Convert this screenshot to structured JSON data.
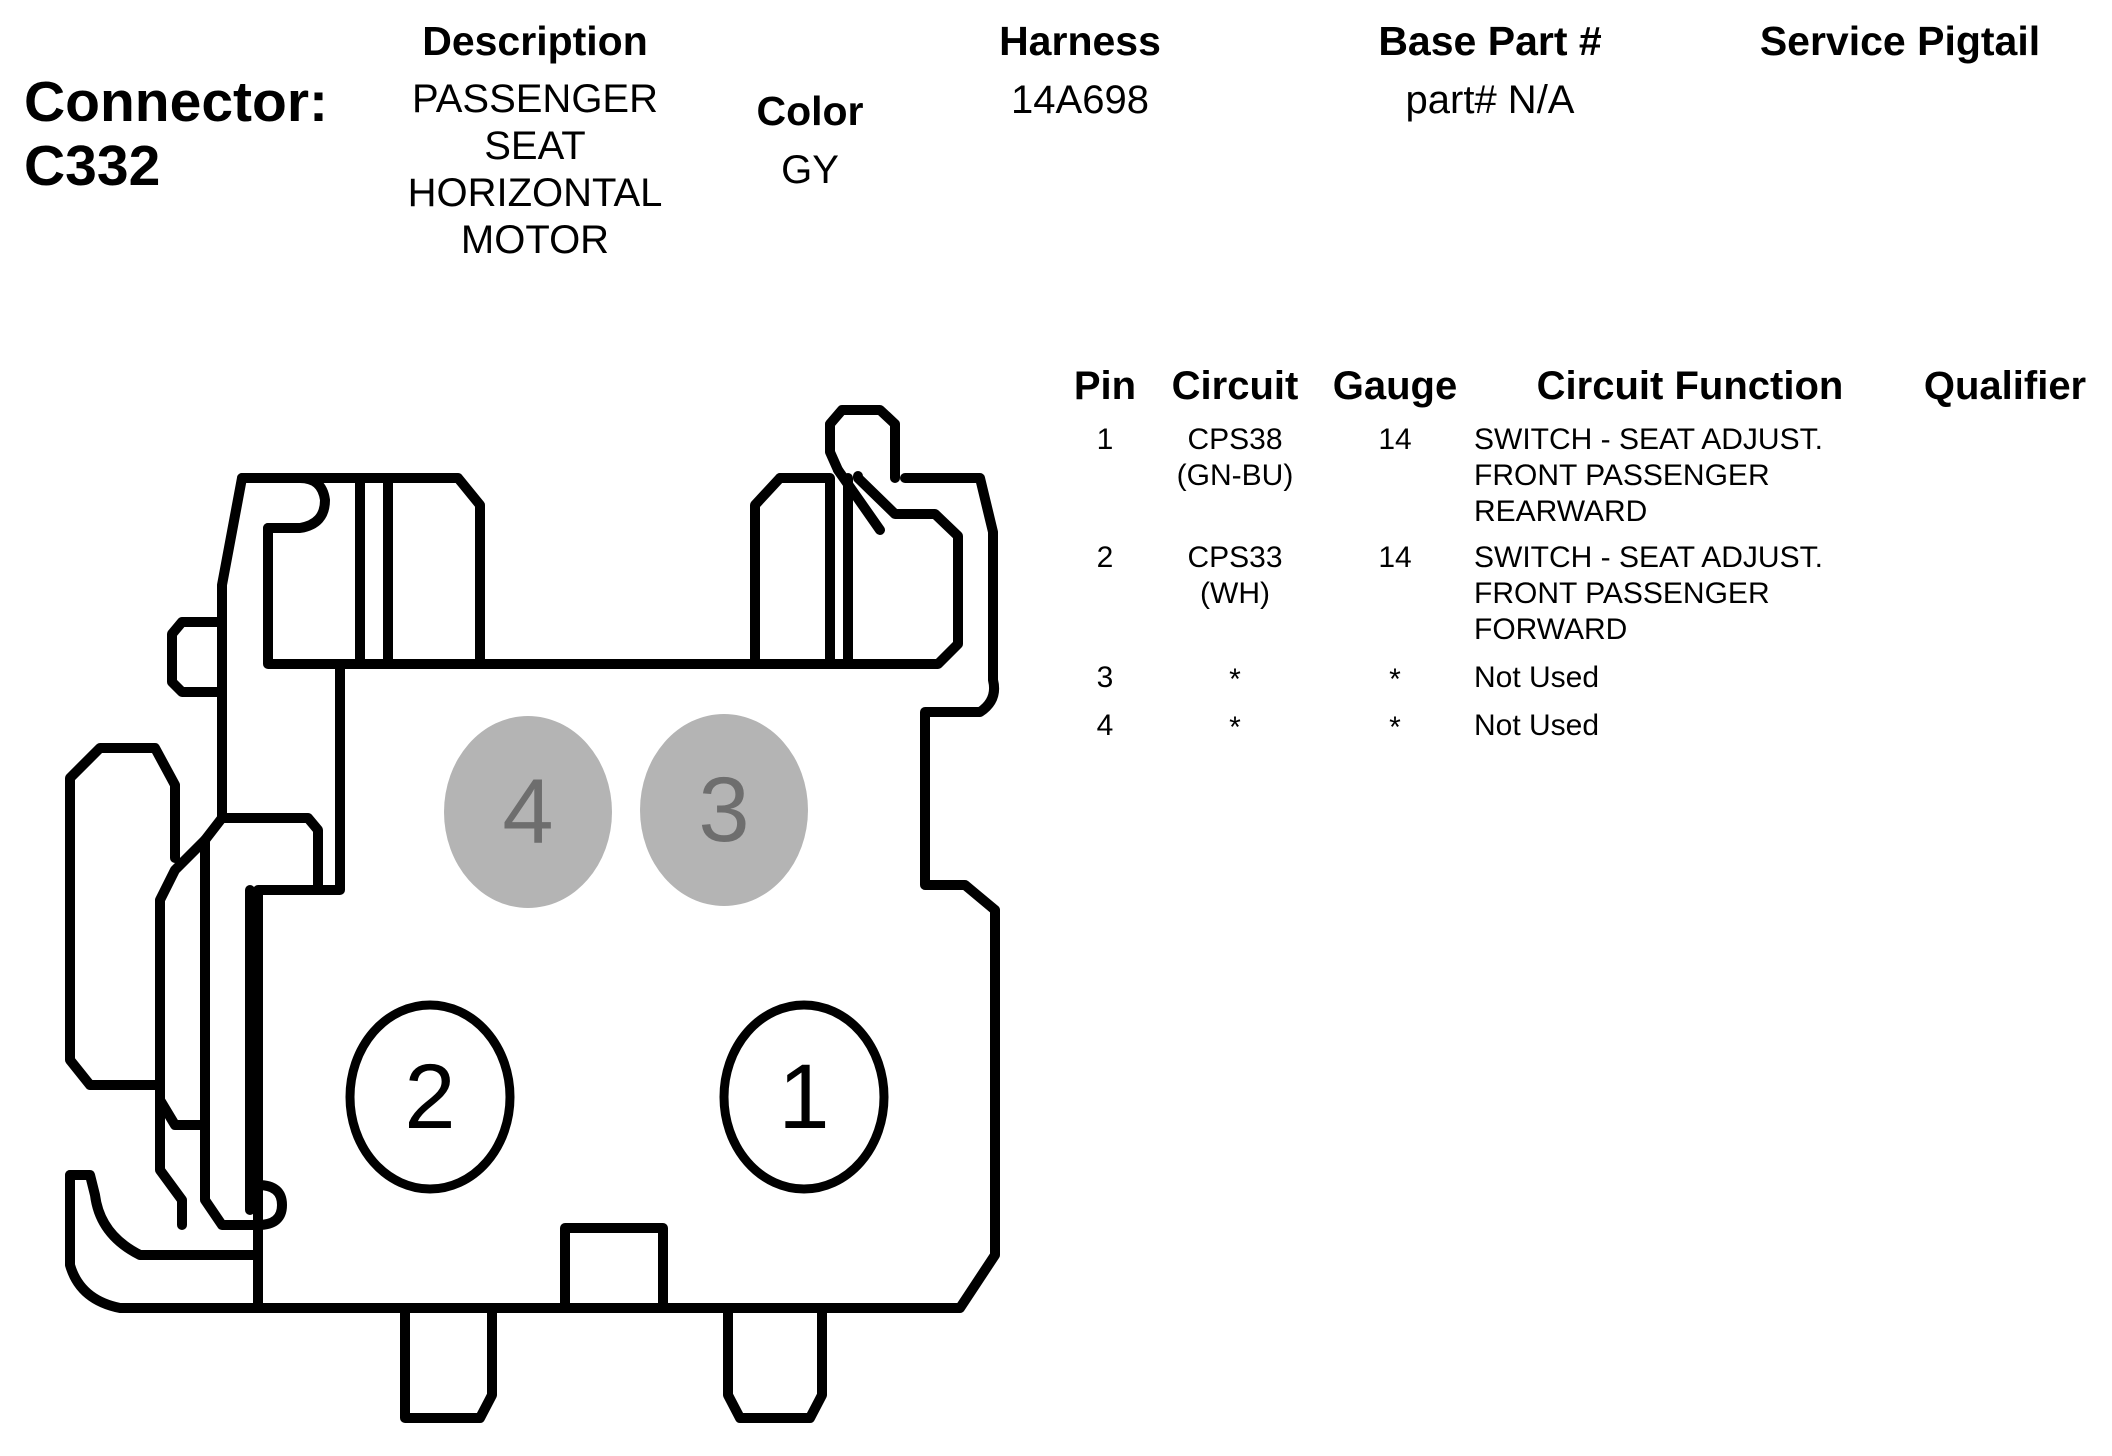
{
  "connector": {
    "label": "Connector:",
    "id": "C332"
  },
  "header": {
    "description_label": "Description",
    "description_lines": [
      "PASSENGER",
      "SEAT",
      "HORIZONTAL",
      "MOTOR"
    ],
    "color_label": "Color",
    "color_value": "GY",
    "harness_label": "Harness",
    "harness_value": "14A698",
    "base_part_label": "Base Part #",
    "base_part_value": "part# N/A",
    "service_pigtail_label": "Service Pigtail"
  },
  "pin_table": {
    "columns": [
      "Pin",
      "Circuit",
      "Gauge",
      "Circuit Function",
      "Qualifier"
    ],
    "rows": [
      {
        "pin": "1",
        "circuit": [
          "CPS38",
          "(GN-BU)"
        ],
        "gauge": "14",
        "function": [
          "SWITCH - SEAT ADJUST.",
          "FRONT PASSENGER",
          "REARWARD"
        ],
        "qualifier": ""
      },
      {
        "pin": "2",
        "circuit": [
          "CPS33",
          "(WH)"
        ],
        "gauge": "14",
        "function": [
          "SWITCH - SEAT ADJUST.",
          "FRONT PASSENGER",
          "FORWARD"
        ],
        "qualifier": ""
      },
      {
        "pin": "3",
        "circuit": [
          "*"
        ],
        "gauge": "*",
        "function": [
          "Not Used"
        ],
        "qualifier": ""
      },
      {
        "pin": "4",
        "circuit": [
          "*"
        ],
        "gauge": "*",
        "function": [
          "Not Used"
        ],
        "qualifier": ""
      }
    ]
  },
  "diagram": {
    "pins": [
      {
        "label": "4",
        "state": "not-used"
      },
      {
        "label": "3",
        "state": "not-used"
      },
      {
        "label": "2",
        "state": "used"
      },
      {
        "label": "1",
        "state": "used"
      }
    ],
    "colors": {
      "outline": "#000000",
      "unused_pin_fill": "#b4b4b4",
      "unused_pin_text": "#6e6e6e"
    }
  }
}
